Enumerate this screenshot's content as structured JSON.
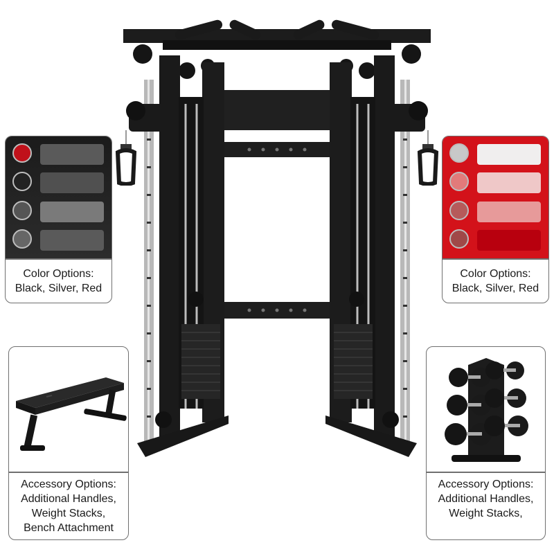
{
  "colors": {
    "accent_red": "#d3121a",
    "frame_black": "#1c1c1c",
    "chrome": "#b8b8b8"
  },
  "left_color_card": {
    "caption_line1": "Color Options:",
    "caption_line2": "Black, Silver, Red",
    "swatches": [
      {
        "dot": "#c0111a",
        "bar": "#5a5a5a"
      },
      {
        "dot": "#222222",
        "bar": "#505050"
      },
      {
        "dot": "#555555",
        "bar": "#7a7a7a"
      },
      {
        "dot": "#666666",
        "bar": "#5a5a5a"
      }
    ]
  },
  "right_color_card": {
    "caption_line1": "Color Options:",
    "caption_line2": "Black, Silver, Red",
    "swatches": [
      {
        "dot": "#c8c8c8",
        "bar": "#f0eeee"
      },
      {
        "dot": "#e27a7a",
        "bar": "#efc8c8"
      },
      {
        "dot": "#b65a5a",
        "bar": "#e79a9a"
      },
      {
        "dot": "#a04848",
        "bar": "#b8000e"
      }
    ]
  },
  "left_accessory_card": {
    "caption_line1": "Accessory Options:",
    "caption_line2": "Additional Handles,",
    "caption_line3": "Weight Stacks,",
    "caption_line4": "Bench Attachment"
  },
  "right_accessory_card": {
    "caption_line1": "Accessory Options:",
    "caption_line2": "Additional Handles,",
    "caption_line3": "Weight Stacks,"
  },
  "icons": {
    "main": "functional-trainer-machine-icon",
    "bench": "flat-bench-icon",
    "rack": "dumbbell-rack-icon",
    "handle": "cable-handle-icon"
  }
}
